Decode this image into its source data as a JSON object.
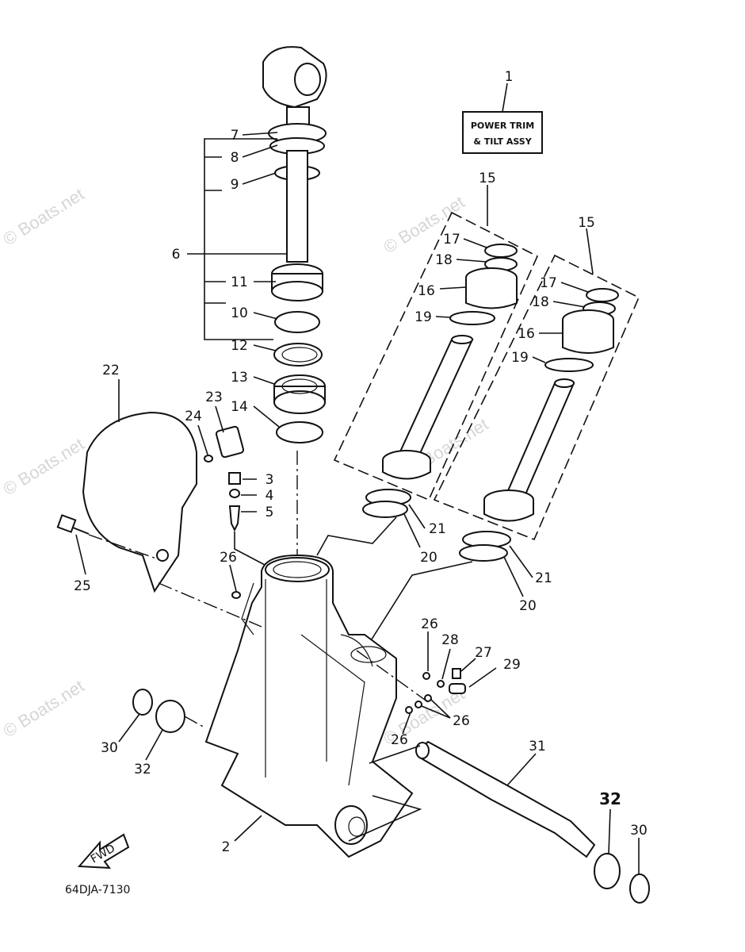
{
  "diagram": {
    "drawing_code": "64DJA-7130",
    "fwd_label": "FWD",
    "assy_box": {
      "line1": "POWER TRIM",
      "line2": "& TILT ASSY"
    },
    "watermark": "© Boats.net",
    "callouts": {
      "c1": "1",
      "c2": "2",
      "c3": "3",
      "c4": "4",
      "c5": "5",
      "c6": "6",
      "c7": "7",
      "c8": "8",
      "c9": "9",
      "c10": "10",
      "c11": "11",
      "c12": "12",
      "c13": "13",
      "c14": "14",
      "c15a": "15",
      "c15b": "15",
      "c16a": "16",
      "c16b": "16",
      "c17a": "17",
      "c17b": "17",
      "c18a": "18",
      "c18b": "18",
      "c19a": "19",
      "c19b": "19",
      "c20a": "20",
      "c20b": "20",
      "c21a": "21",
      "c21b": "21",
      "c22": "22",
      "c23": "23",
      "c24": "24",
      "c25": "25",
      "c26a": "26",
      "c26b": "26",
      "c26c": "26",
      "c26d": "26",
      "c27": "27",
      "c28": "28",
      "c29": "29",
      "c30a": "30",
      "c30b": "30",
      "c31": "31",
      "c32a": "32",
      "c32b": "32"
    }
  }
}
